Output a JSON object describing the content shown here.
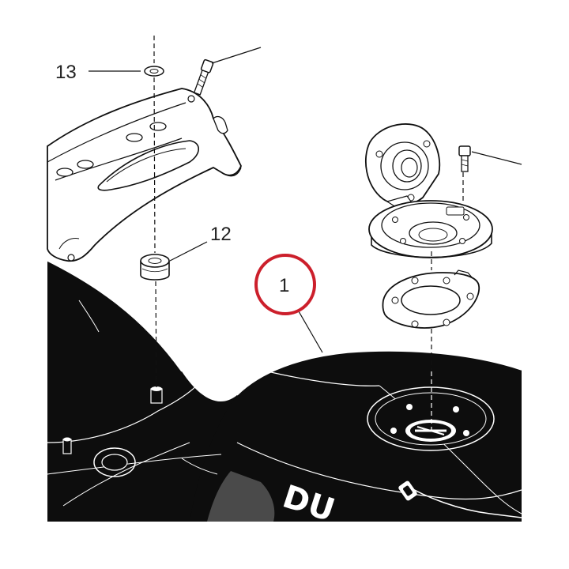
{
  "diagram": {
    "callouts": [
      {
        "id": "13",
        "label": "13"
      },
      {
        "id": "12",
        "label": "12"
      },
      {
        "id": "1",
        "label": "1",
        "highlighted": true
      }
    ],
    "brand_text": "DU",
    "colors": {
      "tank": "#0d0d0d",
      "line": "#111111",
      "highlight": "#cc1f2b",
      "panel": "#4a4a4a",
      "background": "#ffffff"
    }
  }
}
